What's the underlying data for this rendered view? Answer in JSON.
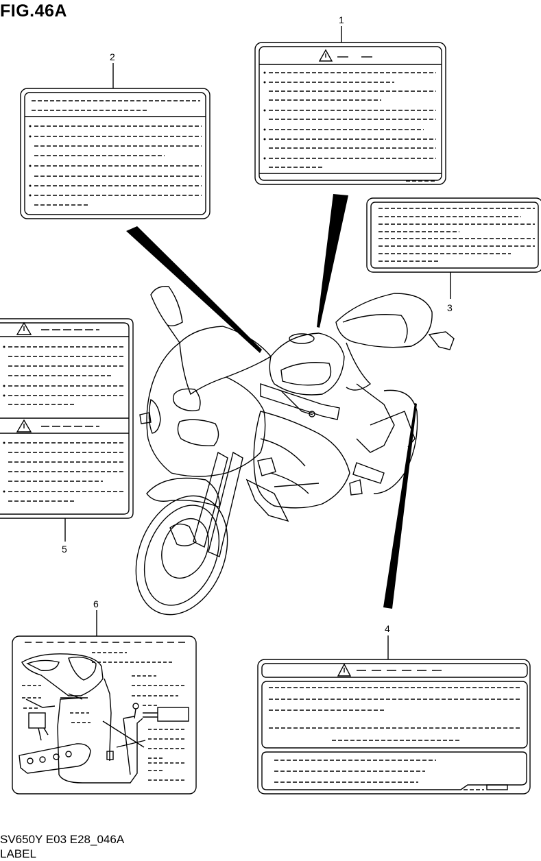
{
  "figure": {
    "title": "FIG.46A"
  },
  "callouts": [
    "1",
    "2",
    "3",
    "4",
    "5",
    "6"
  ],
  "footer": {
    "model_code": "SV650Y E03 E28_046A",
    "section_name": "LABEL"
  }
}
